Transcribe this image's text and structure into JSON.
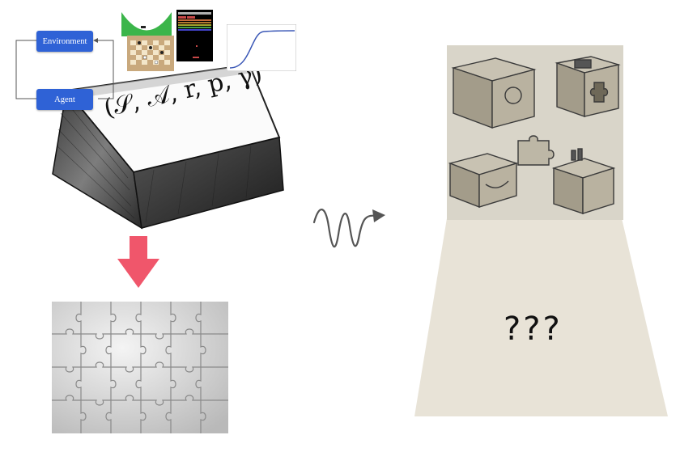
{
  "rl_loop": {
    "environment_label": "Environment",
    "agent_label": "Agent",
    "colors": {
      "node_fill": "#2f62d6",
      "node_text": "#ffffff",
      "connector": "#555555"
    }
  },
  "mdp_box": {
    "tuple_label": "(𝒮, 𝒜, r, p, γ)",
    "thumbnails": [
      "mountain-car-env",
      "chess-board-photo",
      "atari-breakout-screen",
      "sigmoid-curve-plot"
    ]
  },
  "arrows": {
    "down_arrow_color": "#f0566b",
    "squiggle_arrow_color": "#555555"
  },
  "puzzle_image": {
    "description_icon": "white-jigsaw-puzzle"
  },
  "right_panel": {
    "image_icon": "pencil-sketch-puzzle-boxes",
    "question_text": "???",
    "trapezoid_color": "#e8e3d7"
  }
}
